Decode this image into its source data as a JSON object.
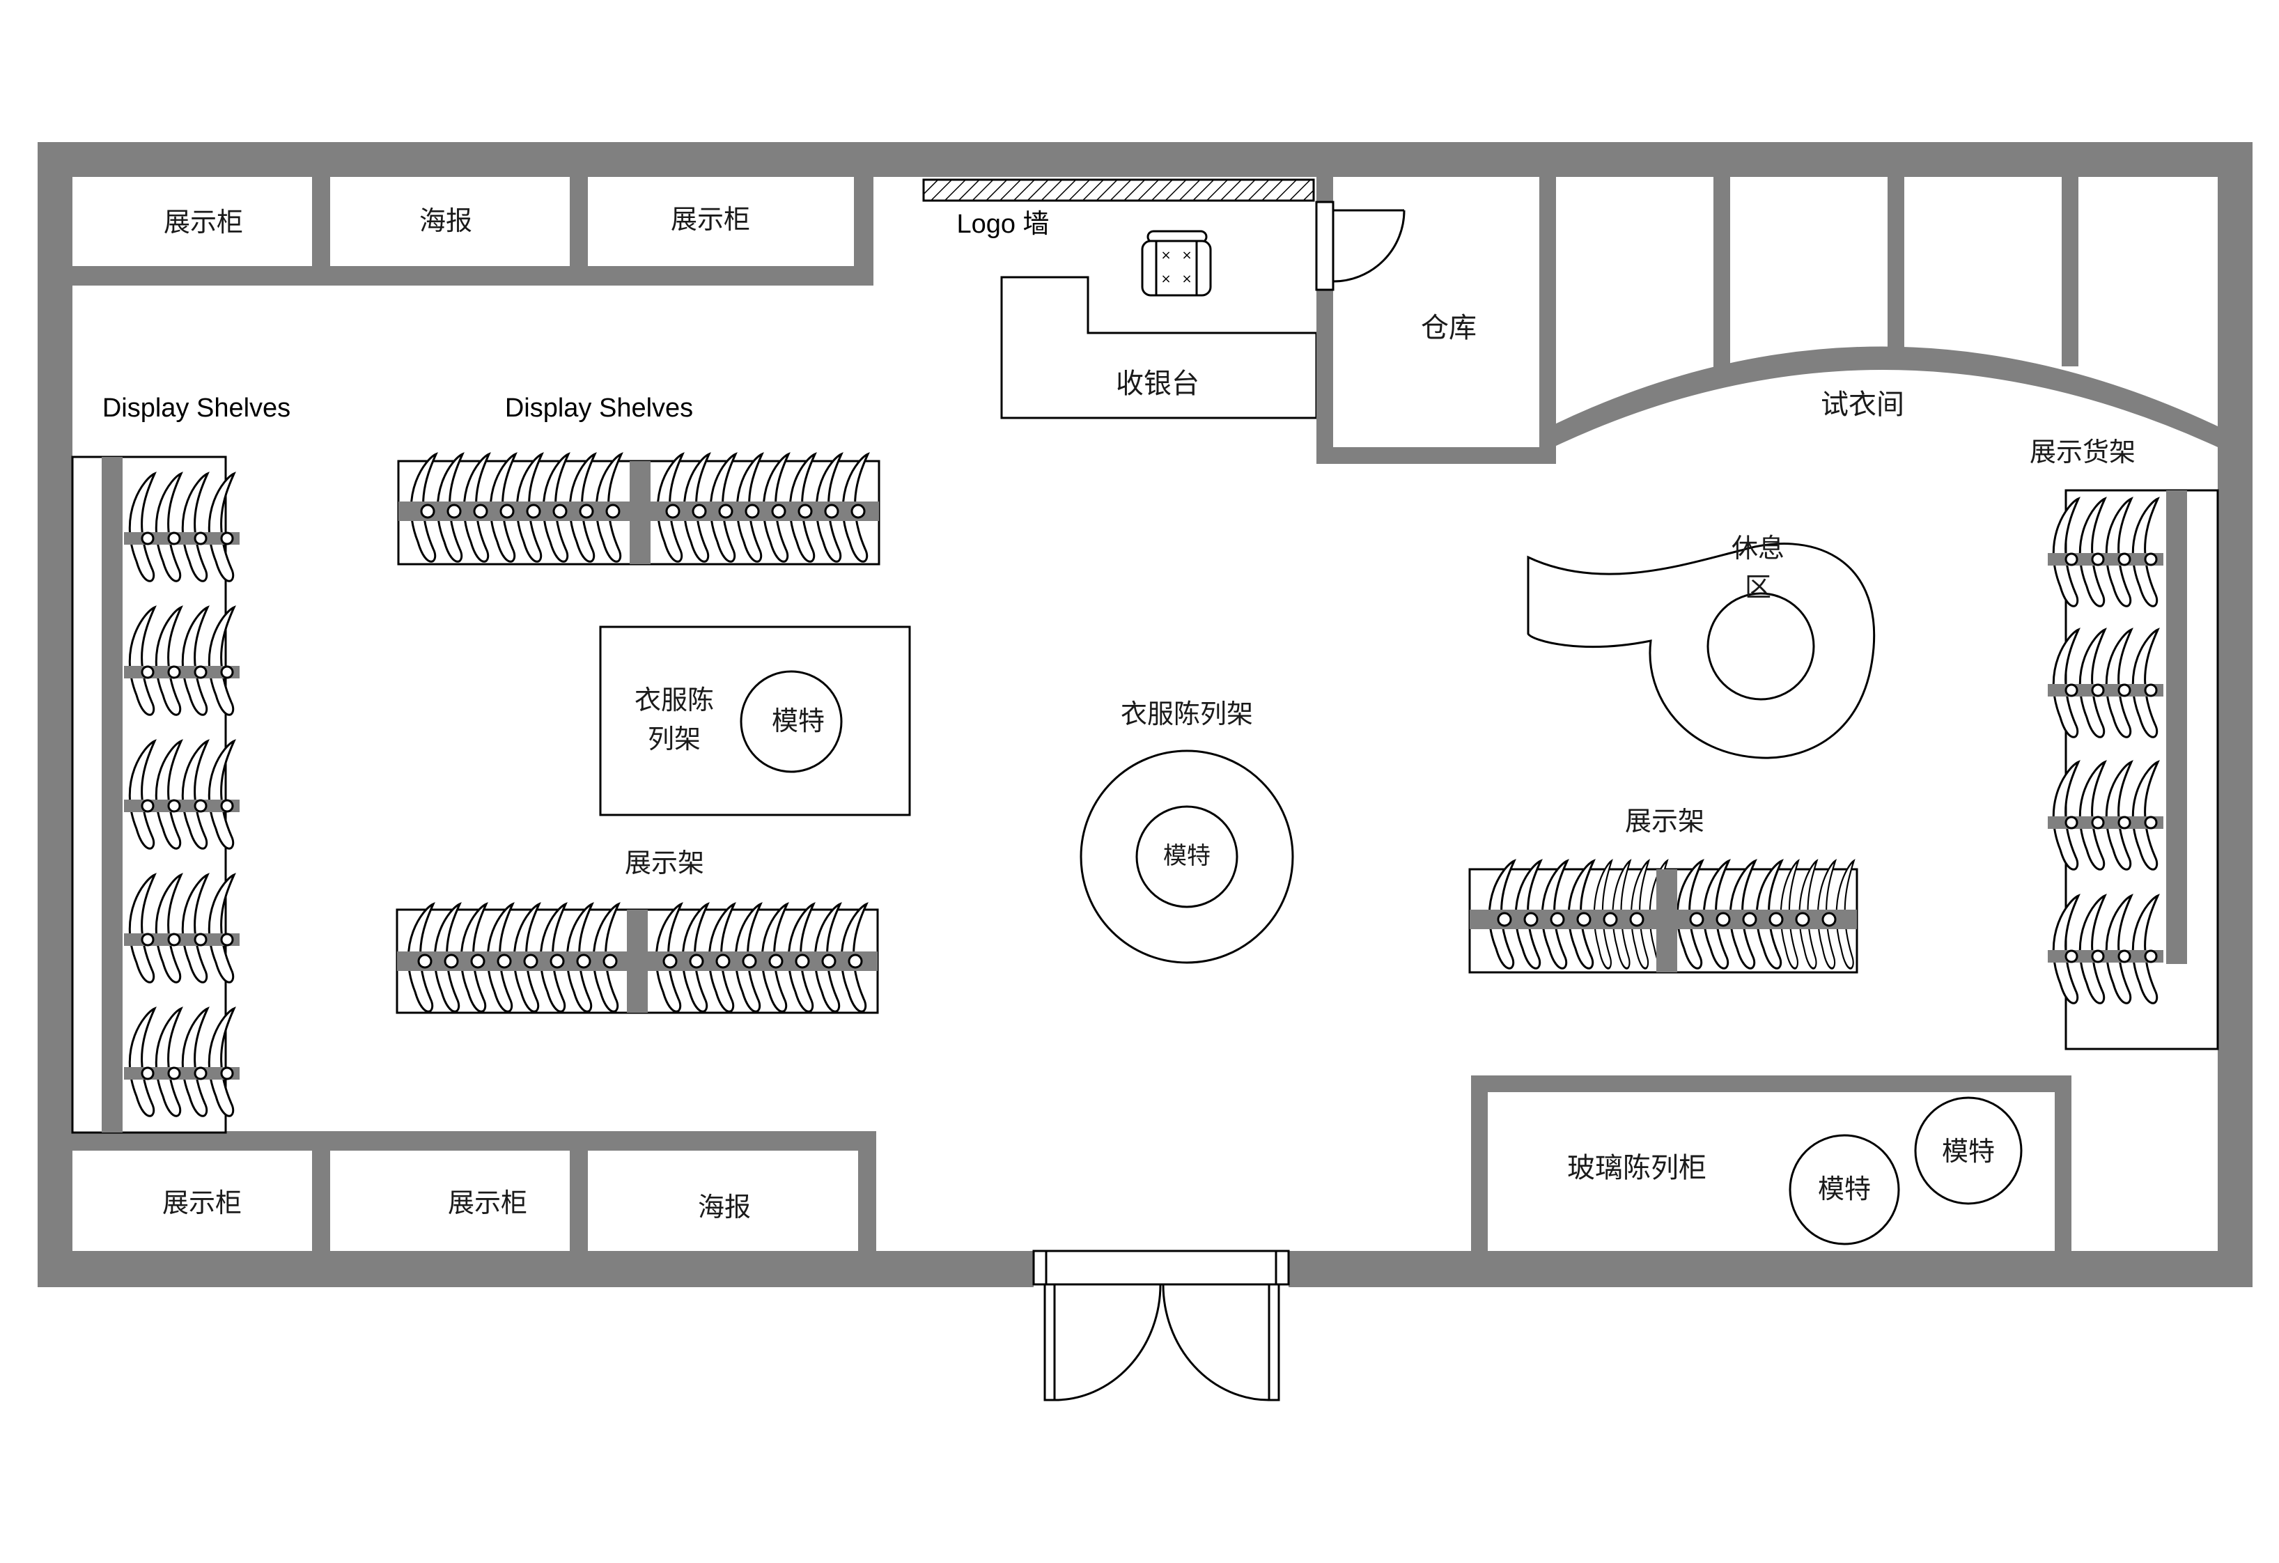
{
  "labels": {
    "cabinet_tl": "展示柜",
    "poster_top": "海报",
    "cabinet_tm": "展示柜",
    "logo_wall": "Logo 墙",
    "cashier": "收银台",
    "storage": "仓库",
    "fitting_room": "试衣间",
    "shelves_left": "Display Shelves",
    "shelves_mid": "Display Shelves",
    "shelf_rack_right": "展示货架",
    "lounge": "休息",
    "lounge_2": "区",
    "clothes_rack_a_1": "衣服陈",
    "clothes_rack_a_2": "列架",
    "mannequin_a": "模特",
    "clothes_rack_center": "衣服陈列架",
    "mannequin_center": "模特",
    "display_rack_lower": "展示架",
    "display_rack_right": "展示架",
    "glass_cabinet": "玻璃陈列柜",
    "mannequin_glass_1": "模特",
    "mannequin_glass_2": "模特",
    "cabinet_bl": "展示柜",
    "cabinet_bm": "展示柜",
    "poster_bottom": "海报"
  },
  "colors": {
    "wall": "#808080",
    "line": "#000000",
    "fill": "#ffffff"
  }
}
